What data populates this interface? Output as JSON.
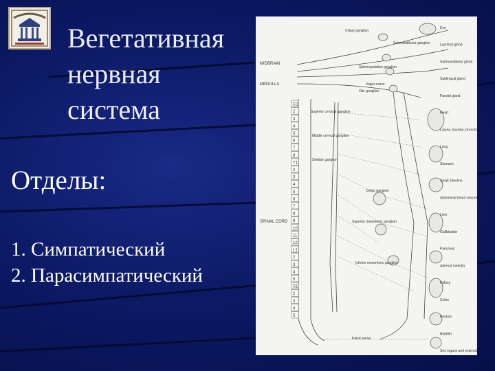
{
  "slide": {
    "title_lines": [
      "Вегетативная",
      "нервная",
      "система"
    ],
    "subtitle": "Отделы:",
    "list": [
      {
        "number": "1.",
        "text": "Симпатический"
      },
      {
        "number": "2.",
        "text": "Парасимпатический"
      }
    ]
  },
  "logo": {
    "icon": "university-emblem-icon"
  },
  "diagram": {
    "icon": "autonomic-nervous-system-diagram",
    "left_labels": [
      "MIDBRAIN",
      "MEDULLA",
      "SPINAL CORD"
    ],
    "segments": [
      "C1",
      "2",
      "3",
      "4",
      "5",
      "6",
      "7",
      "8",
      "T1",
      "2",
      "3",
      "4",
      "5",
      "6",
      "7",
      "8",
      "9",
      "10",
      "11",
      "12",
      "L1",
      "2",
      "3",
      "4",
      "5",
      "S1",
      "2",
      "3",
      "4",
      "5"
    ],
    "ganglia_labels": [
      "Ciliary ganglion",
      "Submandibular ganglion",
      "Sphenopalatine ganglion",
      "Otic ganglion",
      "Celiac ganglion",
      "Superior mesenteric ganglion",
      "Inferior mesenteric ganglion",
      "Superior cervical ganglion",
      "Middle cervical ganglion",
      "Stellate ganglion",
      "Vagus nerve",
      "Pelvic nerve"
    ],
    "organ_labels": [
      "Eye",
      "Lacrimal gland",
      "Submandibular gland",
      "Sublingual gland",
      "Parotid gland",
      "Heart",
      "Larynx, trachea, bronchi",
      "Lung",
      "Stomach",
      "Small intestine",
      "Abdominal blood vessels",
      "Liver",
      "Gallbladder",
      "Pancreas",
      "Adrenal medulla",
      "Kidney",
      "Colon",
      "Rectum",
      "Bladder",
      "Sex organs and external genitalia"
    ]
  }
}
